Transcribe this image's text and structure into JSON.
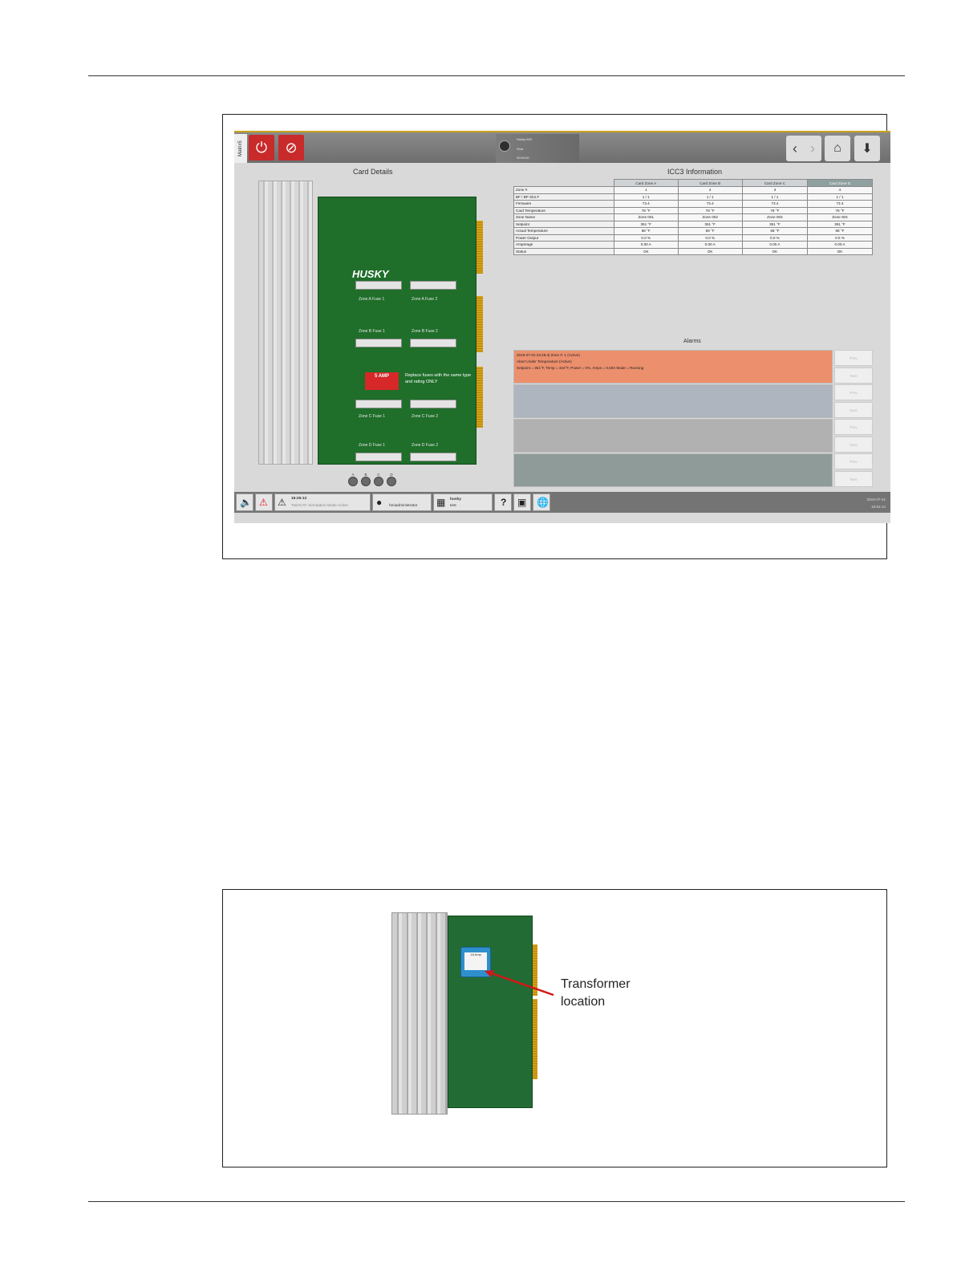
{
  "figure1": {
    "app": {
      "side_tab": "Matrix5",
      "machine_name": "Husky IMC",
      "machine_sub": "Shot",
      "machine_time": "00:00:00"
    },
    "card_details": {
      "title": "Card Details",
      "board_logo": "HUSKY",
      "fuses": [
        "Zone A Fuse 1",
        "Zone A Fuse 2",
        "Zone B Fuse 1",
        "Zone B Fuse 2",
        "Zone C Fuse 1",
        "Zone C Fuse 2",
        "Zone D Fuse 1",
        "Zone D Fuse 2"
      ],
      "warning": "5 AMP",
      "note": "Replace fuses with the same type and rating ONLY",
      "leds": [
        "A",
        "B",
        "C",
        "D"
      ]
    },
    "icc3": {
      "title": "ICC3 Information",
      "columns": [
        "Card Zone A",
        "Card Zone B",
        "Card Zone C",
        "Card Zone D"
      ],
      "rows": [
        {
          "label": "Zone #",
          "values": [
            "1",
            "2",
            "3",
            "4"
          ]
        },
        {
          "label": "BF / BP Slot #",
          "values": [
            "1 / 1",
            "1 / 1",
            "1 / 1",
            "1 / 1"
          ]
        },
        {
          "label": "Firmware",
          "values": [
            "73.4",
            "73.4",
            "73.4",
            "73.4"
          ]
        },
        {
          "label": "Card Temperature",
          "values": [
            "78 °F",
            "78 °F",
            "78 °F",
            "78 °F"
          ]
        },
        {
          "label": "Zone Name",
          "values": [
            "Zone 001",
            "Zone 002",
            "Zone 003",
            "Zone 004"
          ]
        },
        {
          "label": "Setpoint",
          "values": [
            "351 °F",
            "351 °F",
            "351 °F",
            "351 °F"
          ]
        },
        {
          "label": "Actual Temperature",
          "values": [
            "68 °F",
            "68 °F",
            "68 °F",
            "68 °F"
          ]
        },
        {
          "label": "Power Output",
          "values": [
            "0.0 %",
            "0.0 %",
            "0.0 %",
            "0.0 %"
          ]
        },
        {
          "label": "Amperage",
          "values": [
            "0.00 A",
            "0.00 A",
            "0.00 A",
            "0.00 A"
          ]
        },
        {
          "label": "Status",
          "values": [
            "OK",
            "OK",
            "OK",
            "OK"
          ]
        }
      ]
    },
    "alarms": {
      "title": "Alarms",
      "active": {
        "line1": "2019-07-02 23:29:4| Zone #: 1 (Active)",
        "line2": "Abort Under Temperature (Active)",
        "line3": "Setpoint = 351°F, Temp = 324°F, Power = 0%, Amps = 0.00A Mode = Running"
      },
      "prev_label": "Prev",
      "next_label": "Next"
    },
    "statusbar": {
      "time": "16:26:13",
      "message": "TwinCAT: Simulation Mode Active",
      "user": "hmiadministrator",
      "brand": "husky",
      "brand_sub": "test",
      "help": "?",
      "date": "2019-07-31",
      "clock": "16:52:14"
    }
  },
  "figure2": {
    "callout_line1": "Transformer",
    "callout_line2": "location",
    "transformer_text": "1A Amp"
  },
  "colors": {
    "accent_red": "#c92a2a",
    "alarm_active": "#ec8f6d",
    "pcb_green": "#1f6e2a"
  }
}
